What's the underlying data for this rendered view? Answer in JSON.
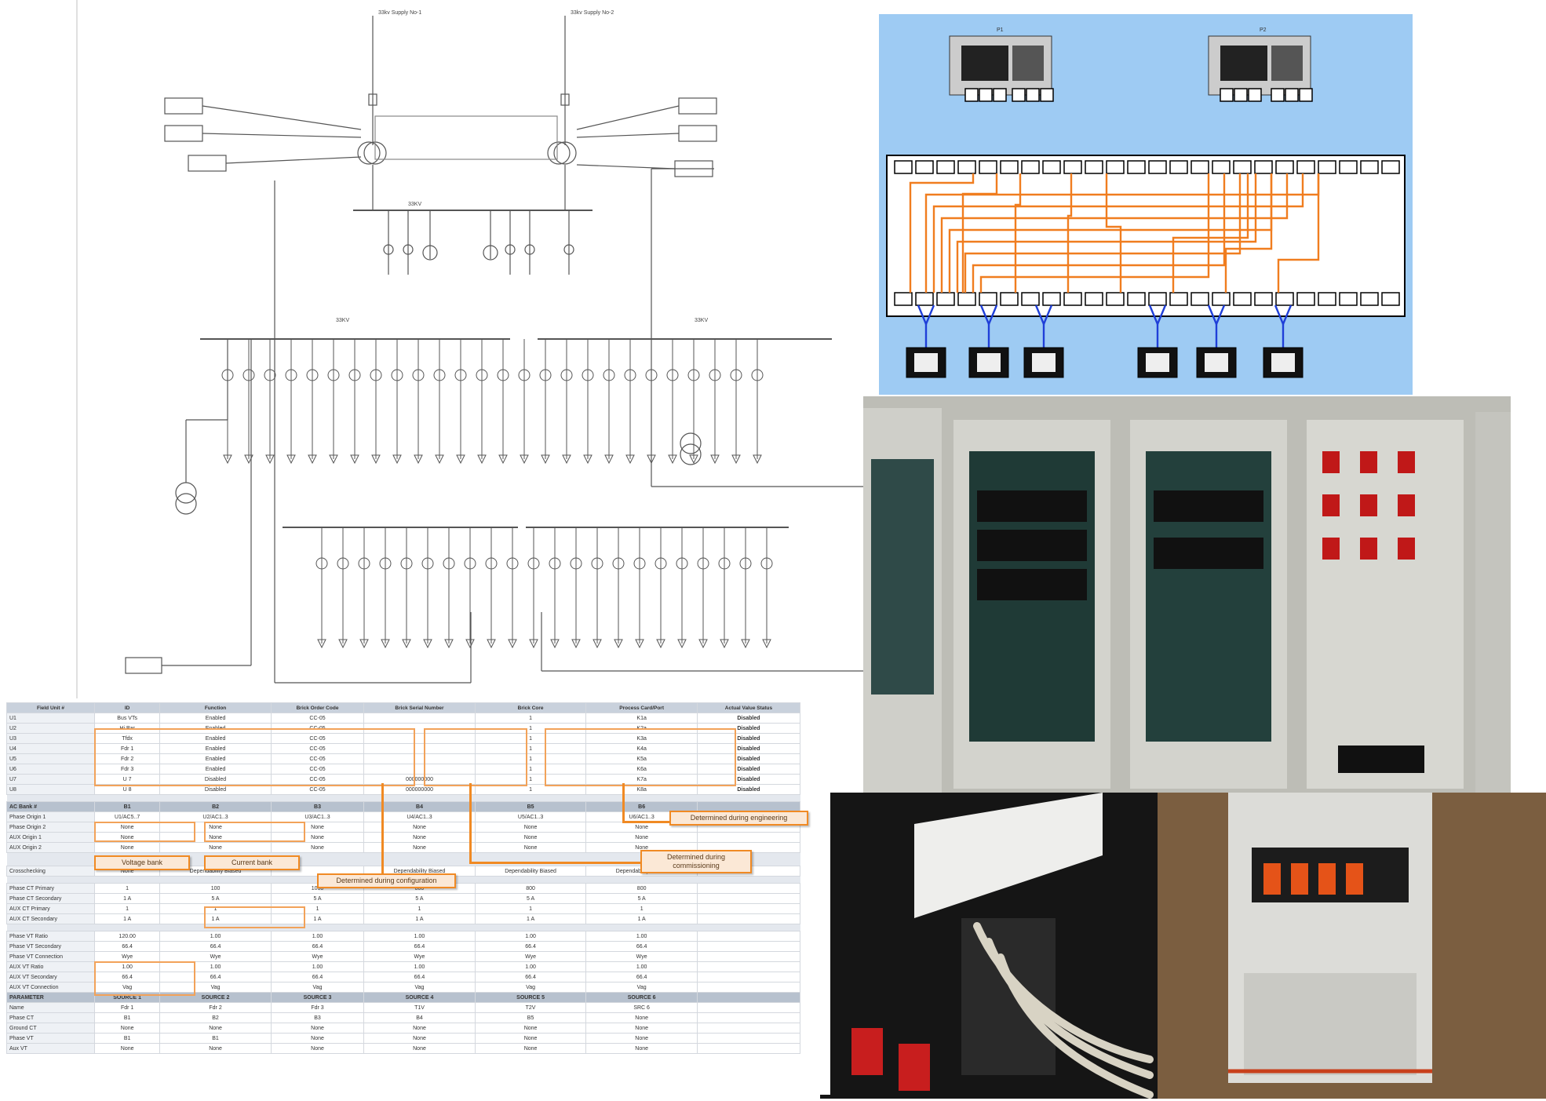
{
  "schematic": {
    "incomers": [
      "33kv Supply No-1",
      "33kv Supply No-2"
    ],
    "bus_labels": [
      "33KV",
      "33KV",
      "33KV"
    ]
  },
  "comm_panel": {
    "relay_labels": [
      "P1",
      "P2"
    ],
    "wire_colors": {
      "orange": "#f07d1f",
      "blue": "#1f3fd8",
      "background": "#9ecbf3"
    }
  },
  "settings_table": {
    "header": [
      "Field Unit #",
      "ID",
      "Function",
      "Brick Order Code",
      "Brick Serial Number",
      "Brick Core",
      "Process Card/Port",
      "Actual Value Status"
    ],
    "rows_top": [
      [
        "U1",
        "Bus VTs",
        "Enabled",
        "CC-05",
        "",
        "1",
        "K1a",
        "Disabled"
      ],
      [
        "U2",
        "Hi Bar",
        "Enabled",
        "CC-05",
        "",
        "1",
        "K2a",
        "Disabled"
      ],
      [
        "U3",
        "Tfdx",
        "Enabled",
        "CC-05",
        "",
        "1",
        "K3a",
        "Disabled"
      ],
      [
        "U4",
        "Fdr 1",
        "Enabled",
        "CC-05",
        "",
        "1",
        "K4a",
        "Disabled"
      ],
      [
        "U5",
        "Fdr 2",
        "Enabled",
        "CC-05",
        "",
        "1",
        "K5a",
        "Disabled"
      ],
      [
        "U6",
        "Fdr 3",
        "Enabled",
        "CC-05",
        "",
        "1",
        "K6a",
        "Disabled"
      ],
      [
        "U7",
        "U 7",
        "Disabled",
        "CC-05",
        "000000000",
        "1",
        "K7a",
        "Disabled"
      ],
      [
        "U8",
        "U 8",
        "Disabled",
        "CC-05",
        "000000000",
        "1",
        "K8a",
        "Disabled"
      ]
    ],
    "ac_header": [
      "AC Bank #",
      "B1",
      "B2",
      "B3",
      "B4",
      "B5",
      "B6"
    ],
    "ac_rows": [
      [
        "Phase Origin 1",
        "U1/AC5..7",
        "U2/AC1..3",
        "U3/AC1..3",
        "U4/AC1..3",
        "U5/AC1..3",
        "U6/AC1..3"
      ],
      [
        "Phase Origin 2",
        "None",
        "None",
        "None",
        "None",
        "None",
        "None"
      ],
      [
        "AUX Origin 1",
        "None",
        "None",
        "None",
        "None",
        "None",
        "None"
      ],
      [
        "AUX Origin 2",
        "None",
        "None",
        "None",
        "None",
        "None",
        "None"
      ]
    ],
    "crosschecking": [
      "Crosschecking",
      "None",
      "Dependability Biased",
      "",
      "Dependability Biased",
      "Dependability Biased",
      "Dependability Biased"
    ],
    "ct_rows": [
      [
        "Phase CT Primary",
        "1",
        "100",
        "1000",
        "800",
        "800",
        "800"
      ],
      [
        "Phase CT Secondary",
        "1 A",
        "5 A",
        "5 A",
        "5 A",
        "5 A",
        "5 A"
      ],
      [
        "AUX CT Primary",
        "1",
        "1",
        "1",
        "1",
        "1",
        "1"
      ],
      [
        "AUX CT Secondary",
        "1 A",
        "1 A",
        "1 A",
        "1 A",
        "1 A",
        "1 A"
      ]
    ],
    "vt_rows": [
      [
        "Phase VT Ratio",
        "120.00",
        "1.00",
        "1.00",
        "1.00",
        "1.00",
        "1.00"
      ],
      [
        "Phase VT Secondary",
        "66.4",
        "66.4",
        "66.4",
        "66.4",
        "66.4",
        "66.4"
      ],
      [
        "Phase VT Connection",
        "Wye",
        "Wye",
        "Wye",
        "Wye",
        "Wye",
        "Wye"
      ],
      [
        "AUX VT Ratio",
        "1.00",
        "1.00",
        "1.00",
        "1.00",
        "1.00",
        "1.00"
      ],
      [
        "AUX VT Secondary",
        "66.4",
        "66.4",
        "66.4",
        "66.4",
        "66.4",
        "66.4"
      ],
      [
        "AUX VT Connection",
        "Vag",
        "Vag",
        "Vag",
        "Vag",
        "Vag",
        "Vag"
      ]
    ],
    "source_header": [
      "PARAMETER",
      "SOURCE 1",
      "SOURCE 2",
      "SOURCE 3",
      "SOURCE 4",
      "SOURCE 5",
      "SOURCE 6"
    ],
    "source_rows": [
      [
        "Name",
        "Fdr 1",
        "Fdr 2",
        "Fdr 3",
        "T1V",
        "T2V",
        "SRC 6"
      ],
      [
        "Phase CT",
        "B1",
        "B2",
        "B3",
        "B4",
        "B5",
        "None"
      ],
      [
        "Ground CT",
        "None",
        "None",
        "None",
        "None",
        "None",
        "None"
      ],
      [
        "Phase VT",
        "B1",
        "B1",
        "None",
        "None",
        "None",
        "None"
      ],
      [
        "Aux VT",
        "None",
        "None",
        "None",
        "None",
        "None",
        "None"
      ]
    ],
    "callouts": {
      "voltage_bank": "Voltage bank",
      "current_bank": "Current bank",
      "config": "Determined during configuration",
      "commissioning": "Determined during commissioning",
      "engineering": "Determined during engineering"
    }
  },
  "photos": {
    "panel_labels": [
      "",
      "",
      "",
      ""
    ]
  }
}
